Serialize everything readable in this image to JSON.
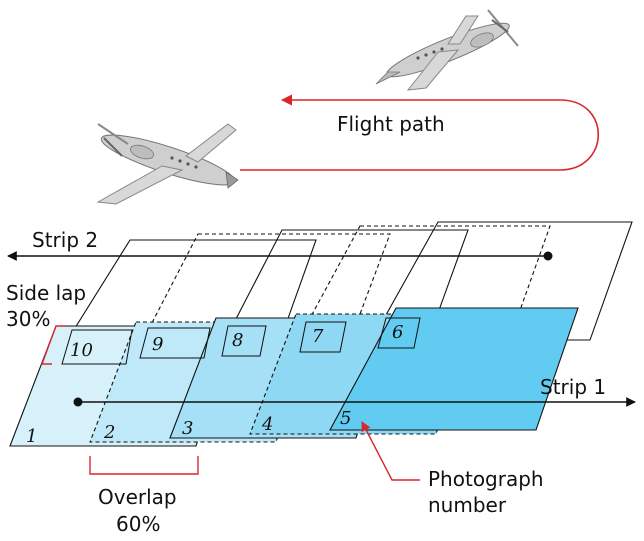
{
  "labels": {
    "flight_path": "Flight path",
    "strip_2": "Strip 2",
    "strip_1": "Strip 1",
    "side_lap": "Side lap",
    "side_lap_pct": "30%",
    "overlap": "Overlap",
    "overlap_pct": "60%",
    "photograph": "Photograph",
    "number": "number"
  },
  "photo_numbers": [
    "1",
    "2",
    "3",
    "4",
    "5",
    "6",
    "7",
    "8",
    "9",
    "10"
  ],
  "colors": {
    "flight_path": "#d9262c",
    "bracket": "#d9262c",
    "photo_1": "#d6f1fa",
    "photo_2": "#bfe9f8",
    "photo_3": "#a6e0f6",
    "photo_4": "#8ed8f4",
    "photo_5": "#62cbf1",
    "outline": "#111111"
  },
  "icons": [
    "airplane-icon"
  ]
}
